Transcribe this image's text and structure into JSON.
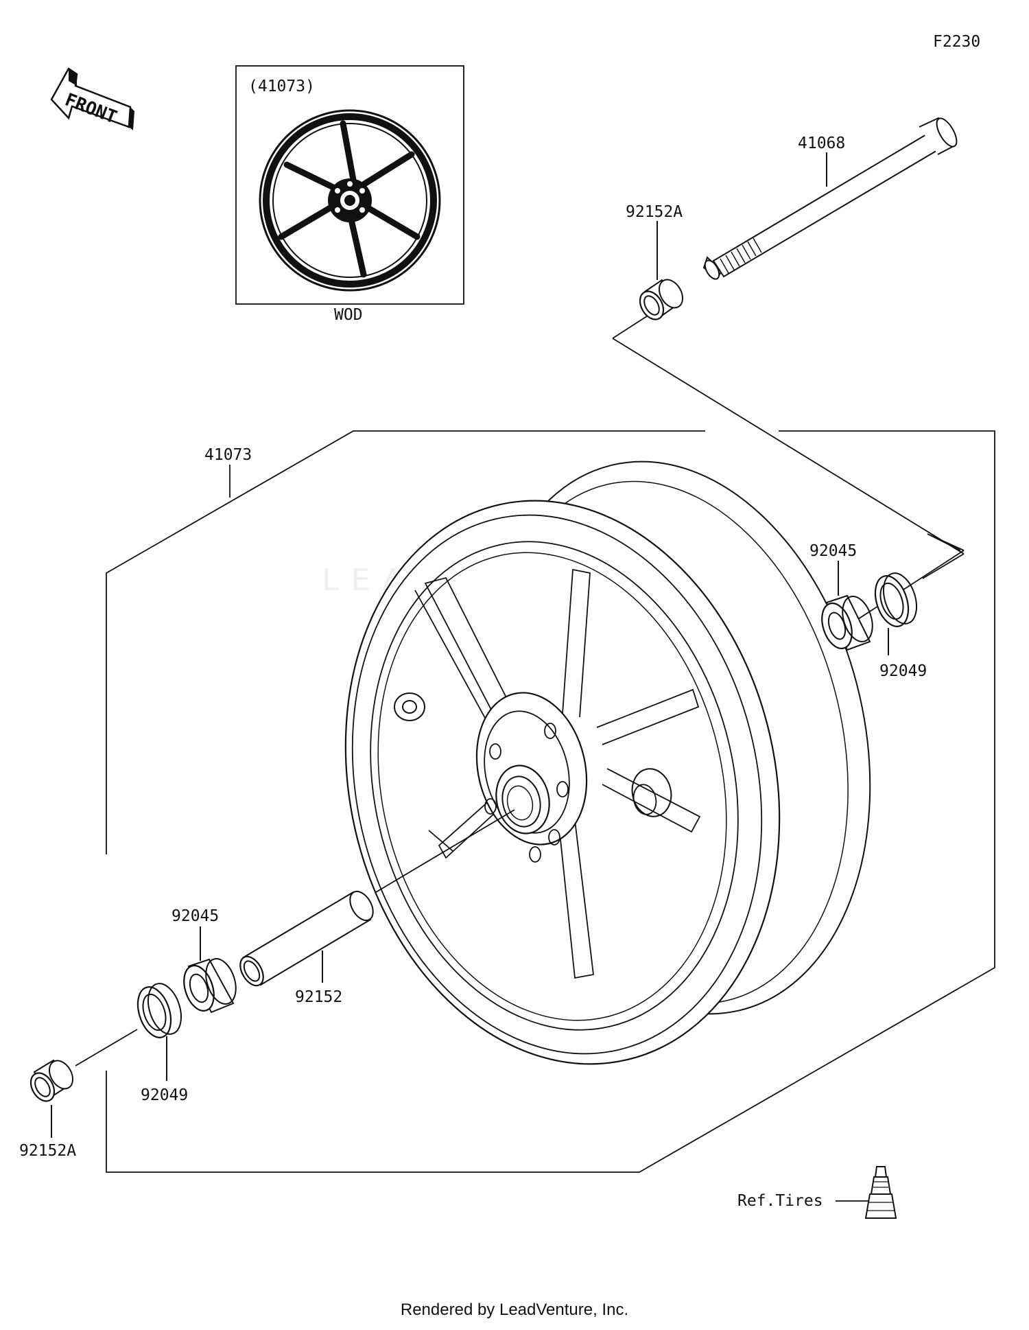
{
  "diagram_code": "F2230",
  "front_indicator": "FRONT",
  "inset": {
    "part_number": "(41073)",
    "color_code": "WOD"
  },
  "parts": {
    "wheel_assy": "41073",
    "axle": "41068",
    "collar_top": "92152A",
    "bearing_right": "92045",
    "seal_right": "92049",
    "bearing_left": "92045",
    "collar_center": "92152",
    "seal_left": "92049",
    "collar_left": "92152A"
  },
  "reference": "Ref.Tires",
  "watermark": "LEADVENTURE",
  "footer": "Rendered by LeadVenture, Inc."
}
